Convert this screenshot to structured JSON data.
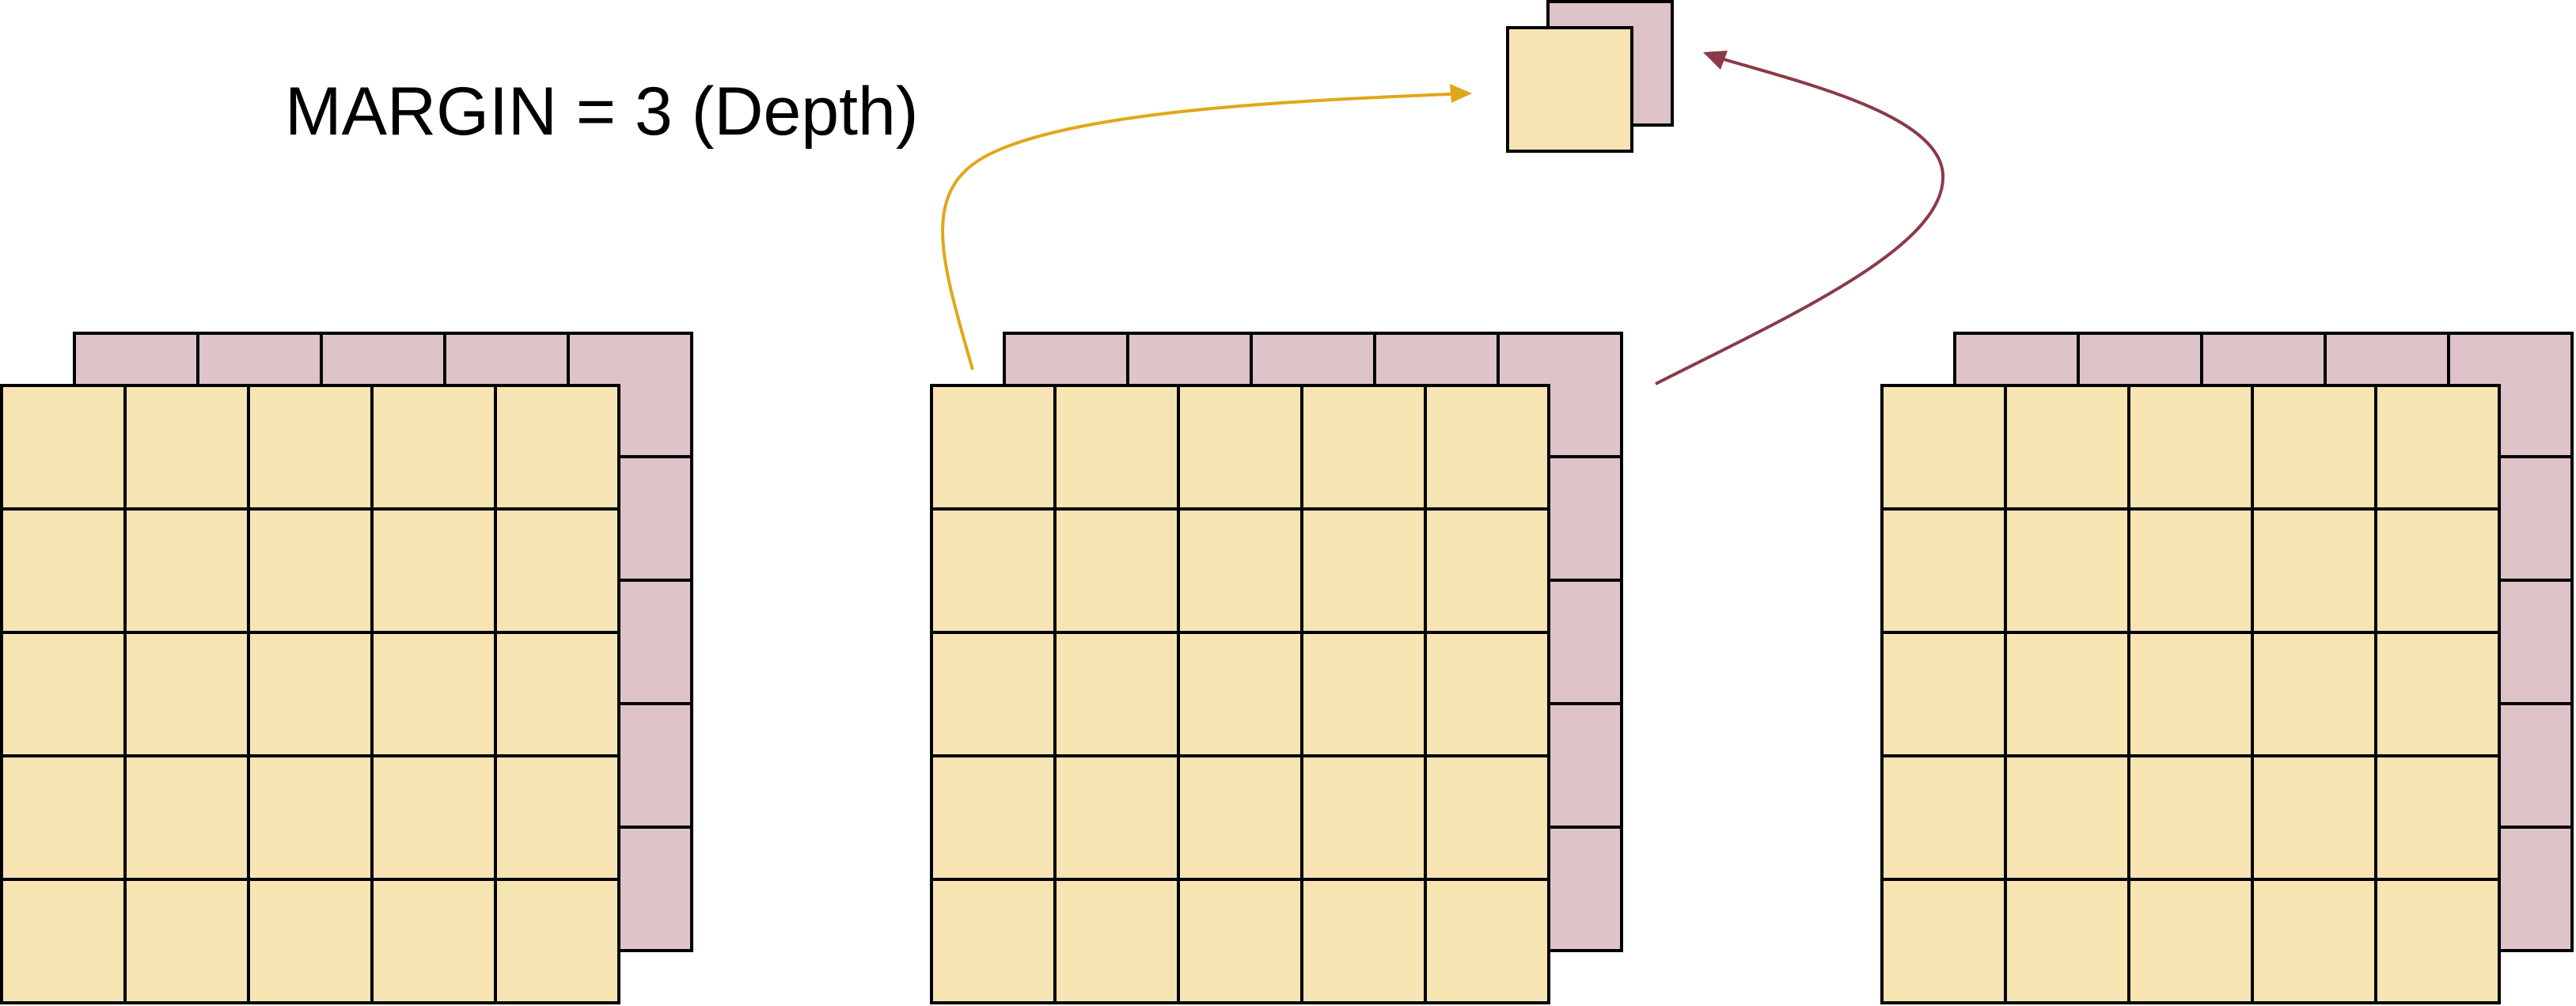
{
  "caption": "MARGIN = 3 (Depth)",
  "grid": {
    "rows": 5,
    "cols": 5
  },
  "matrix_count": 3,
  "colors": {
    "front_layer": "#F7E4B3",
    "back_layer": "#DEC3C8",
    "border": "#000000",
    "arrow_front": "#E0A718",
    "arrow_back": "#8A3A48"
  }
}
